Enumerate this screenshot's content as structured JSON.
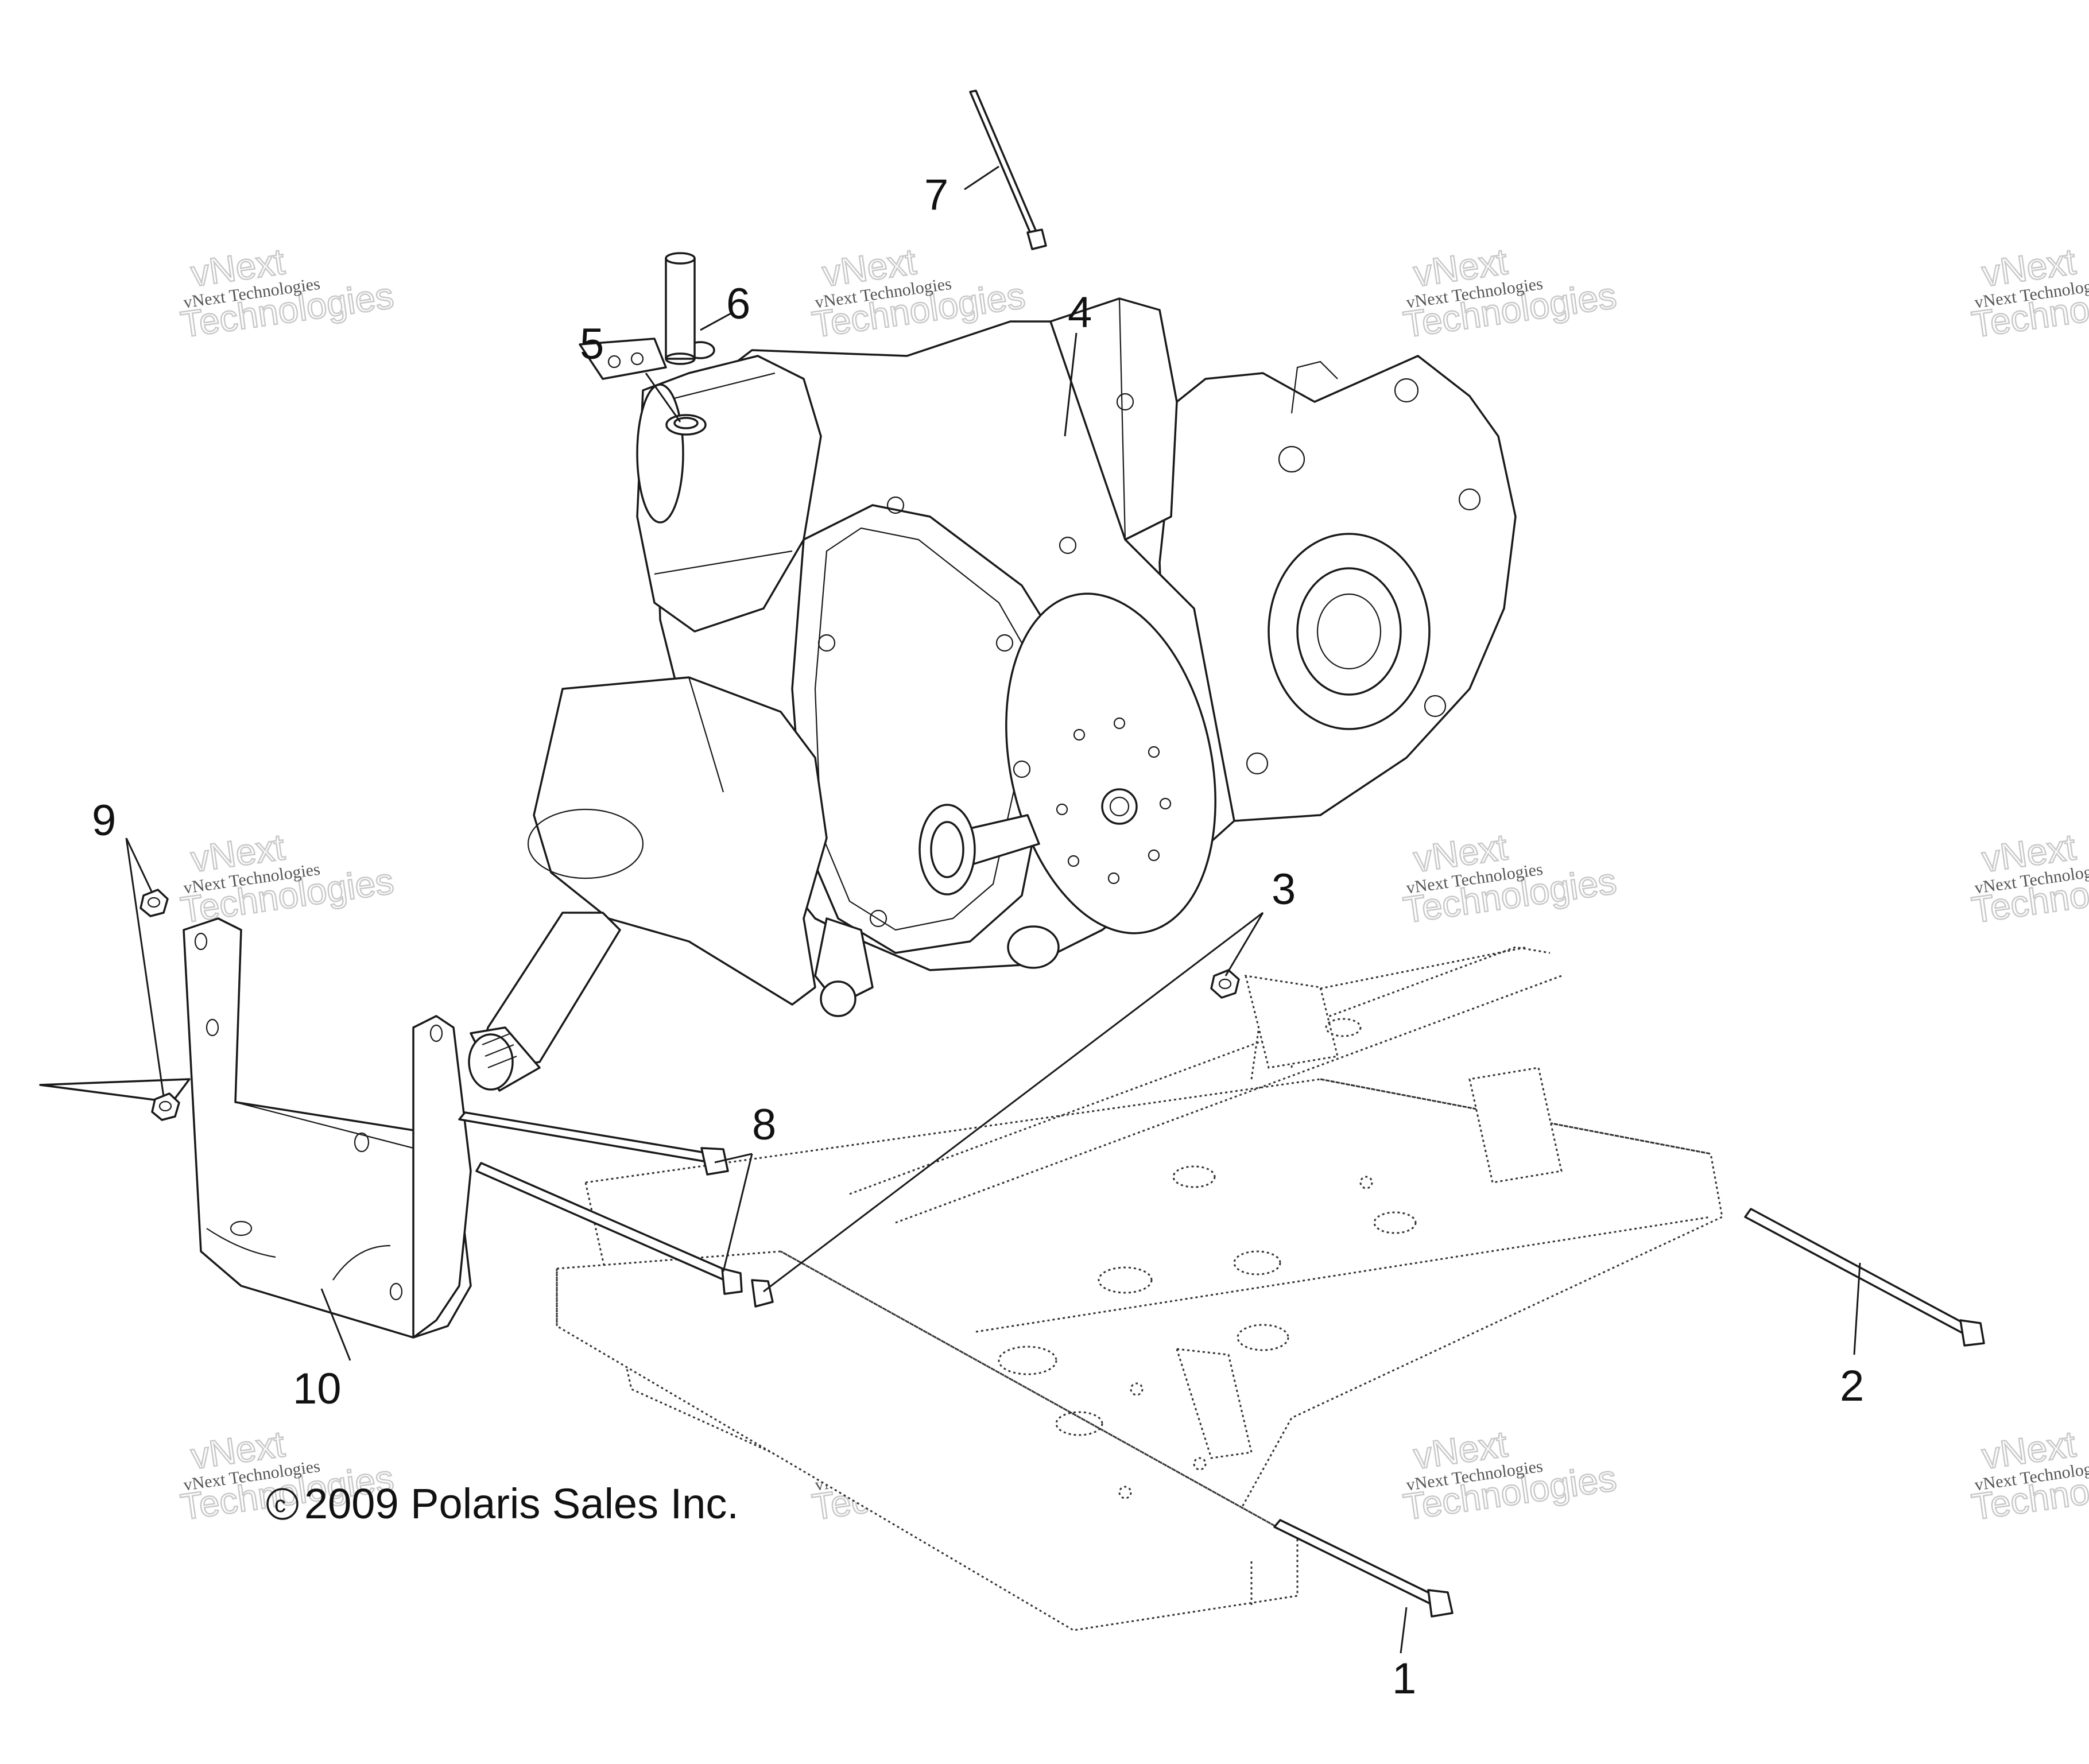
{
  "watermark": {
    "line_small": "vNext Technologies",
    "line_big_top": "vNext",
    "line_big_bottom": "Technologies"
  },
  "copyright": {
    "symbol": "c",
    "text": "2009 Polaris Sales Inc."
  },
  "callouts": [
    {
      "id": "1",
      "label": "1",
      "part": "bolt-long-front"
    },
    {
      "id": "2",
      "label": "2",
      "part": "bolt-long-rear"
    },
    {
      "id": "3",
      "label": "3",
      "part": "nut"
    },
    {
      "id": "4",
      "label": "4",
      "part": "transmission-assembly"
    },
    {
      "id": "5",
      "label": "5",
      "part": "o-ring"
    },
    {
      "id": "6",
      "label": "6",
      "part": "vent-tube"
    },
    {
      "id": "7",
      "label": "7",
      "part": "dipstick-rod"
    },
    {
      "id": "8",
      "label": "8",
      "part": "bolts"
    },
    {
      "id": "9",
      "label": "9",
      "part": "nuts"
    },
    {
      "id": "10",
      "label": "10",
      "part": "mount-bracket"
    }
  ],
  "icons": {
    "copyright": "copyright-icon"
  }
}
